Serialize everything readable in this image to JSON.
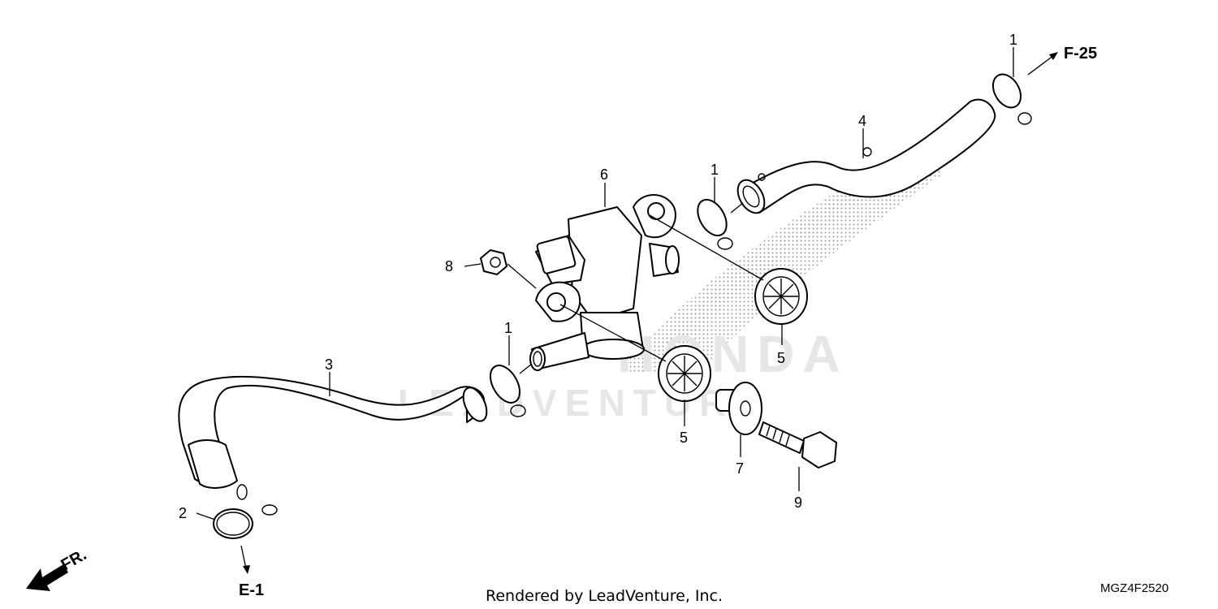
{
  "callouts": {
    "c1_top_right": "1",
    "c1_mid": "1",
    "c1_low": "1",
    "c2": "2",
    "c3": "3",
    "c4": "4",
    "c5_right": "5",
    "c5_low": "5",
    "c6": "6",
    "c7": "7",
    "c8": "8",
    "c9": "9"
  },
  "references": {
    "f25": "F-25",
    "e1": "E-1",
    "front": "FR."
  },
  "watermark": {
    "brand": "HONDA",
    "provider": "LEADVENTURE"
  },
  "footer": {
    "credit": "Rendered by LeadVenture, Inc.",
    "diagram_code": "MGZ4F2520"
  }
}
